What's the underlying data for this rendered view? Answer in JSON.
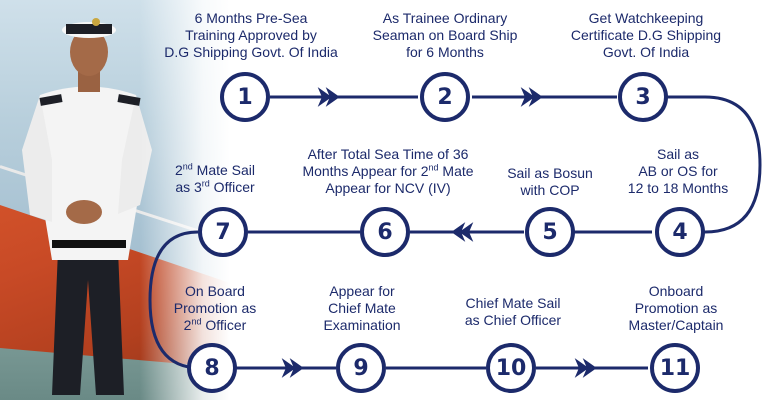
{
  "colors": {
    "primary": "#1c2a6b",
    "background": "#ffffff"
  },
  "photo": {
    "description_icon": "officer-photo-icon"
  },
  "steps": [
    {
      "number": "1",
      "lines": [
        "6 Months Pre-Sea",
        "Training Approved by",
        "D.G Shipping Govt. Of India"
      ]
    },
    {
      "number": "2",
      "lines": [
        "As Trainee Ordinary",
        "Seaman on Board Ship",
        "for 6 Months"
      ]
    },
    {
      "number": "3",
      "lines": [
        "Get Watchkeeping",
        "Certificate D.G Shipping",
        "Govt. Of India"
      ]
    },
    {
      "number": "4",
      "lines": [
        "Sail as",
        "AB or OS for",
        "12 to 18 Months"
      ]
    },
    {
      "number": "5",
      "lines": [
        "Sail as Bosun",
        "with COP"
      ]
    },
    {
      "number": "6",
      "lines": [
        "After Total Sea Time of 36",
        "Months Appear for 2nd Mate",
        "Appear for NCV (IV)"
      ]
    },
    {
      "number": "7",
      "lines": [
        "2nd Mate Sail",
        "as 3rd Officer"
      ]
    },
    {
      "number": "8",
      "lines": [
        "On Board",
        "Promotion as",
        "2nd Officer"
      ]
    },
    {
      "number": "9",
      "lines": [
        "Appear for",
        "Chief Mate",
        "Examination"
      ]
    },
    {
      "number": "10",
      "lines": [
        "Chief Mate Sail",
        "as Chief Officer"
      ]
    },
    {
      "number": "11",
      "lines": [
        "Onboard",
        "Promotion as",
        "Master/Captain"
      ]
    }
  ],
  "ordinals": {
    "nd": "nd",
    "rd": "rd"
  }
}
